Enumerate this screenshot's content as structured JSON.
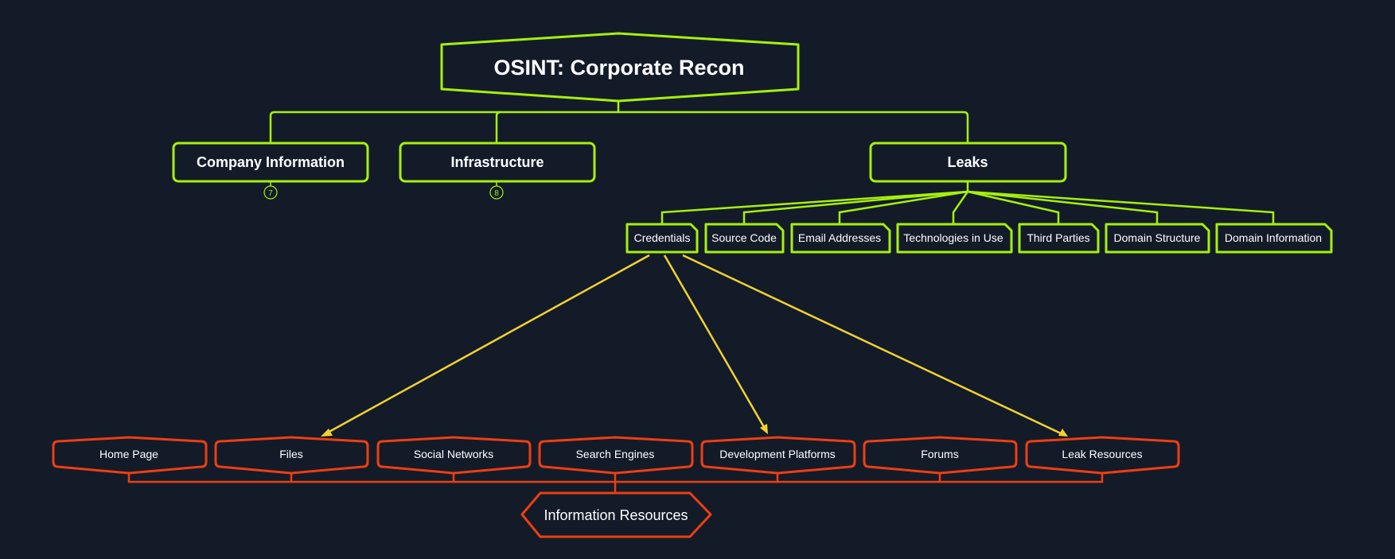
{
  "colors": {
    "background": "#131b29",
    "topic_green": "#a6f00c",
    "resource_orange": "#ee3e12",
    "arrow_yellow": "#f3d22f",
    "text": "#ffffff"
  },
  "root": {
    "label": "OSINT: Corporate Recon"
  },
  "main_topics": [
    {
      "label": "Company Information",
      "collapsed_count": "7"
    },
    {
      "label": "Infrastructure",
      "collapsed_count": "8"
    },
    {
      "label": "Leaks"
    }
  ],
  "leak_subtopics": [
    "Credentials",
    "Source Code",
    "Email Addresses",
    "Technologies in Use",
    "Third Parties",
    "Domain Structure",
    "Domain Information"
  ],
  "resources": [
    "Home Page",
    "Files",
    "Social Networks",
    "Search Engines",
    "Development Platforms",
    "Forums",
    "Leak Resources"
  ],
  "resources_root": {
    "label": "Information Resources"
  },
  "relationships": [
    {
      "from": "Credentials",
      "to": "Files"
    },
    {
      "from": "Credentials",
      "to": "Development Platforms"
    },
    {
      "from": "Credentials",
      "to": "Leak Resources"
    }
  ]
}
